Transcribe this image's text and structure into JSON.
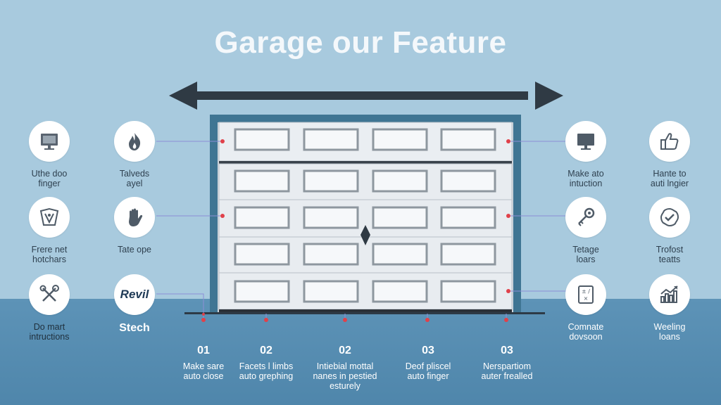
{
  "title": "Garage our Feature",
  "features_left": [
    {
      "icon": "monitor-icon",
      "line1": "Uthe doo",
      "line2": "finger"
    },
    {
      "icon": "flame-icon",
      "line1": "Talveds",
      "line2": "ayel"
    },
    {
      "icon": "security-icon",
      "line1": "Frere net",
      "line2": "hotchars"
    },
    {
      "icon": "hand-icon",
      "line1": "Tate ope",
      "line2": ""
    },
    {
      "icon": "tools-icon",
      "line1": "Do mart",
      "line2": "intructions"
    },
    {
      "icon": "brand-logo",
      "brand": "Revil",
      "line1": "Stech",
      "line2": ""
    }
  ],
  "features_right": [
    {
      "icon": "monitor-icon",
      "line1": "Make ato",
      "line2": "intuction"
    },
    {
      "icon": "thumbs-up-icon",
      "line1": "Hante to",
      "line2": "auti lngier"
    },
    {
      "icon": "key-icon",
      "line1": "Tetage",
      "line2": "loars"
    },
    {
      "icon": "badge-check-icon",
      "line1": "Trofost",
      "line2": "teatts"
    },
    {
      "icon": "calculator-icon",
      "line1": "Comnate",
      "line2": "dovsoon"
    },
    {
      "icon": "growth-chart-icon",
      "line1": "Weeling",
      "line2": "loans"
    }
  ],
  "steps": [
    {
      "num": "01",
      "lines": [
        "Make sare",
        "auto close"
      ]
    },
    {
      "num": "02",
      "lines": [
        "Facets l limbs",
        "auto grephing"
      ]
    },
    {
      "num": "02",
      "lines": [
        "Intiebial mottal",
        "nanes in pestied",
        "esturely"
      ]
    },
    {
      "num": "03",
      "lines": [
        "Deof pliscel",
        "auto finger"
      ]
    },
    {
      "num": "03",
      "lines": [
        "Nerspartiom",
        "auter frealled"
      ]
    }
  ],
  "colors": {
    "sky": "#a8cade",
    "floor": "#5d93b7",
    "frame": "#3f7593",
    "door": "#e9edf1",
    "arrow": "#2f3a44",
    "dot": "#e0414a",
    "connector": "#8b8fd6"
  }
}
